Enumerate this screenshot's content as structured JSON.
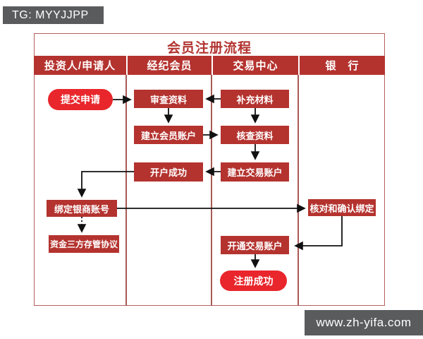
{
  "tg_badge": {
    "text": "TG: MYYJJPP"
  },
  "url_badge": {
    "text": "www.zh-yifa.com"
  },
  "flowchart": {
    "title": "会员注册流程",
    "columns": [
      "投资人/申请人",
      "经纪会员",
      "交易中心",
      "银　行"
    ],
    "nodes": {
      "submit_application": "提交申请",
      "review_materials": "审查资料",
      "supplement_materials": "补充材料",
      "create_member_account": "建立会员账户",
      "verify_materials": "核查资料",
      "account_opened": "开户成功",
      "create_trading_account": "建立交易账户",
      "bind_bank_account": "绑定银商账号",
      "confirm_binding": "核对和确认绑定",
      "tripartite_custody_agreement": "资金三方存管协议",
      "activate_trading_account": "开通交易账户",
      "registration_success": "注册成功"
    }
  },
  "colors": {
    "bright_red_pill": "#e8262b",
    "brick_red_box": "#b4332f",
    "title_red": "#b23431",
    "frame_border": "#b5605c",
    "column_divider": "#a85a57",
    "badge_gray": "#5a5b5d",
    "arrow_black": "#111111"
  }
}
